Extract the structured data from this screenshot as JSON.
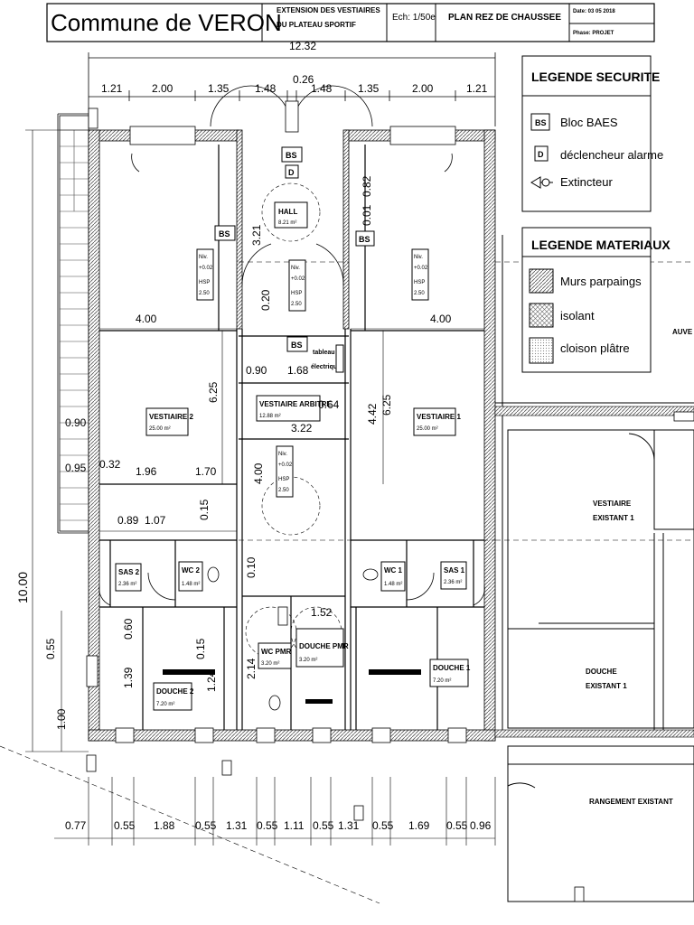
{
  "title_block": {
    "commune": "Commune de VERON",
    "project_line1": "EXTENSION DES VESTIAIRES",
    "project_line2": "DU PLATEAU SPORTIF",
    "scale": "Ech: 1/50e",
    "sheet": "PLAN REZ DE CHAUSSEE",
    "date": "Date: 03 05 2018",
    "phase": "Phase: PROJET"
  },
  "legend_securite": {
    "title": "LEGENDE SECURITE",
    "items": [
      {
        "symbol": "BS",
        "label": "Bloc BAES"
      },
      {
        "symbol": "D",
        "label": "déclencheur alarme"
      },
      {
        "symbol": "",
        "label": "Extincteur"
      }
    ]
  },
  "legend_materiaux": {
    "title": "LEGENDE MATERIAUX",
    "items": [
      {
        "pattern": "hatch",
        "label": "Murs parpaings"
      },
      {
        "pattern": "cross",
        "label": "isolant"
      },
      {
        "pattern": "dots",
        "label": "cloison plâtre"
      }
    ]
  },
  "rooms": {
    "hall": {
      "name": "HALL",
      "area": "8.21 m²"
    },
    "vestiaire2": {
      "name": "VESTIAIRE 2",
      "area": "25.00 m²"
    },
    "vestiaire1": {
      "name": "VESTIAIRE 1",
      "area": "25.00 m²"
    },
    "vestiaire_arbitre": {
      "name": "VESTIAIRE ARBITRE",
      "area": "12.88 m²"
    },
    "sas2": {
      "name": "SAS 2",
      "area": "2.36 m²"
    },
    "sas1": {
      "name": "SAS 1",
      "area": "2.36 m²"
    },
    "wc2": {
      "name": "WC 2",
      "area": "1.48 m²"
    },
    "wc1": {
      "name": "WC 1",
      "area": "1.48 m²"
    },
    "wc_pmr": {
      "name": "WC PMR",
      "area": "3.20 m²"
    },
    "douche_pmr": {
      "name": "DOUCHE PMR",
      "area": "3.20 m²"
    },
    "douche2": {
      "name": "DOUCHE 2",
      "area": "7.20 m²"
    },
    "douche1": {
      "name": "DOUCHE 1",
      "area": "7.20 m²"
    },
    "tableau": {
      "line1": "tableau",
      "line2": "électrique"
    },
    "vestiaire_existant": {
      "line1": "VESTIAIRE",
      "line2": "EXISTANT 1"
    },
    "douche_existant": {
      "line1": "DOUCHE",
      "line2": "EXISTANT 1"
    },
    "rangement_existant": "RANGEMENT EXISTANT",
    "cut_label": "AUVE"
  },
  "niv": {
    "l1": "Niv.",
    "l2": "+0.02",
    "l3": "HSP",
    "l4": "2.50"
  },
  "symbols": {
    "bs": "BS",
    "d": "D"
  },
  "dims": {
    "total_width": "12.32",
    "top": [
      "1.21",
      "2.00",
      "1.35",
      "1.48",
      "0.26",
      "1.48",
      "1.35",
      "2.00",
      "1.21"
    ],
    "bottom": [
      "0.77",
      "0.55",
      "1.88",
      "0.55",
      "1.31",
      "0.55",
      "1.11",
      "0.55",
      "1.31",
      "0.55",
      "1.69",
      "0.55",
      "0.96"
    ],
    "d_4_00_l": "4.00",
    "d_4_00_r": "4.00",
    "d_4_00_c": "4.00",
    "d_6_25_l": "6.25",
    "d_6_25_r": "6.25",
    "d_3_21": "3.21",
    "d_0_82": "0.82",
    "d_0_01": "0.01",
    "d_0_20": "0.20",
    "d_0_90a": "0.90",
    "d_1_68": "1.68",
    "d_3_22": "3.22",
    "d_0_64": "0.64",
    "d_4_42": "4.42",
    "d_0_90b": "0.90",
    "d_0_95": "0.95",
    "d_0_32": "0.32",
    "d_1_96": "1.96",
    "d_1_70": "1.70",
    "d_0_89": "0.89",
    "d_1_07": "1.07",
    "d_0_15a": "0.15",
    "d_0_10": "0.10",
    "d_10_00": "10.00",
    "d_0_55": "0.55",
    "d_1_00": "1.00",
    "d_0_60": "0.60",
    "d_1_39": "1.39",
    "d_0_15b": "0.15",
    "d_1_24": "1.24",
    "d_2_14": "2.14",
    "d_1_52": "1.52"
  }
}
